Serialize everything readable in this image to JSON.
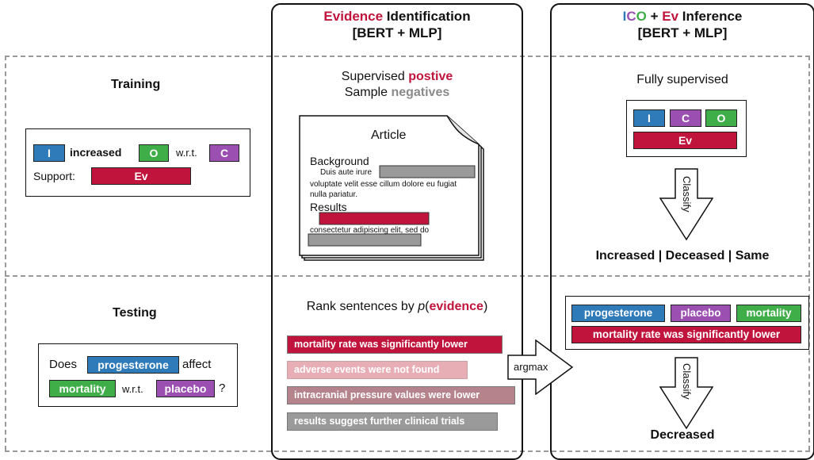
{
  "rows": {
    "training": "Training",
    "testing": "Testing"
  },
  "panel_evidence": {
    "title_colored": "Evidence",
    "title_rest": " Identification",
    "subtitle": "[BERT + MLP]"
  },
  "panel_inference": {
    "title_ico": [
      "I",
      "C",
      "O"
    ],
    "title_plus": " + ",
    "title_ev": "Ev",
    "title_rest": " Inference",
    "subtitle": "[BERT + MLP]"
  },
  "training_example": {
    "i": "I",
    "increased": "increased",
    "o": "O",
    "wrt": "w.r.t.",
    "c": "C",
    "support": "Support:",
    "ev": "Ev"
  },
  "evidence_training": {
    "line1_pre": "Supervised ",
    "line1_colored": "postive",
    "line2_pre": "Sample ",
    "line2_colored": "negatives",
    "article_title": "Article",
    "background": "Background",
    "bg_text1": "Duis aute irure",
    "bg_text2": "voluptate velit esse cillum dolore eu fugiat",
    "bg_text3": "nulla pariatur.",
    "results": "Results",
    "res_text": "consectetur adipiscing elit, sed do"
  },
  "inference_training": {
    "heading": "Fully supervised",
    "i": "I",
    "c": "C",
    "o": "O",
    "ev": "Ev",
    "classify": "Classify",
    "outcome": "Increased | Deceased | Same"
  },
  "testing_example": {
    "does": "Does",
    "intervention": "progesterone",
    "affect": "affect",
    "outcome": "mortality",
    "wrt": "w.r.t.",
    "comparator": "placebo",
    "q": "?"
  },
  "evidence_testing": {
    "rank_pre": "Rank sentences by ",
    "rank_p": "p",
    "rank_paren_open": "(",
    "rank_colored": "evidence",
    "rank_paren_close": ")",
    "sentences": [
      "mortality rate was significantly lower",
      "adverse events were not found",
      "intracranial pressure values were lower",
      "results suggest further clinical trials"
    ],
    "argmax": "argmax"
  },
  "inference_testing": {
    "intervention": "progesterone",
    "comparator": "placebo",
    "outcome": "mortality",
    "evidence": "mortality rate was significantly lower",
    "classify": "Classify",
    "result": "Decreased"
  },
  "colors": {
    "intervention": "#2f7ab9",
    "outcome": "#3fae49",
    "comparator": "#9b4fb0",
    "evidence": "#c0143c",
    "negative": "#8a8a8a",
    "sentence_1": "#c0143c",
    "sentence_2": "#e8aeb6",
    "sentence_3": "#b5838c",
    "sentence_4": "#9a9a9a"
  }
}
